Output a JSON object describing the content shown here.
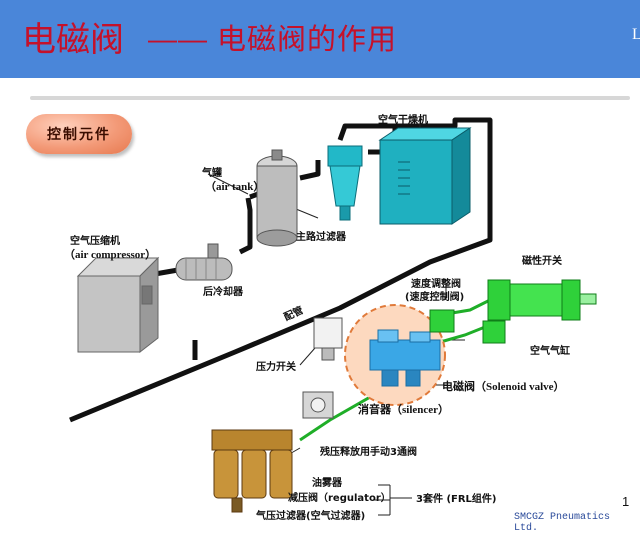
{
  "header": {
    "title_main": "电磁阀",
    "title_sub": "—— 电磁阀的作用",
    "corner_text": "L"
  },
  "badge": {
    "label": "控制元件"
  },
  "labels": {
    "air_compressor_cn": "空气压缩机",
    "air_compressor_en": "（air compressor）",
    "aftercooler": "后冷却器",
    "air_tank_cn": "气罐",
    "air_tank_en": "（air tank）",
    "main_filter": "主路过滤器",
    "air_dryer": "空气干燥机",
    "piping": "配管",
    "speed_controller": "速度调整阀",
    "speed_controller_alt": "(速度控制阀)",
    "magnetic_switch": "磁性开关",
    "air_cylinder": "空气气缸",
    "pressure_switch": "压力开关",
    "solenoid_valve": "电磁阀（Solenoid valve）",
    "silencer": "消音器（silencer）",
    "residual_valve": "残压释放用手动3通阀",
    "lubricator": "油雾器",
    "regulator": "减压阀（regulator）",
    "filter": "气压过滤器(空气过滤器)",
    "frl_set": "3套件 (FRL组件)"
  },
  "footer": {
    "company": "SMCGZ  Pneumatics  Ltd.",
    "page": "1"
  },
  "colors": {
    "header_bg": "#4a86d9",
    "title_red": "#c5112a",
    "valve_blue": "#3aa7e6",
    "actuator_green": "#2fd13a",
    "pipe_black": "#111111"
  }
}
